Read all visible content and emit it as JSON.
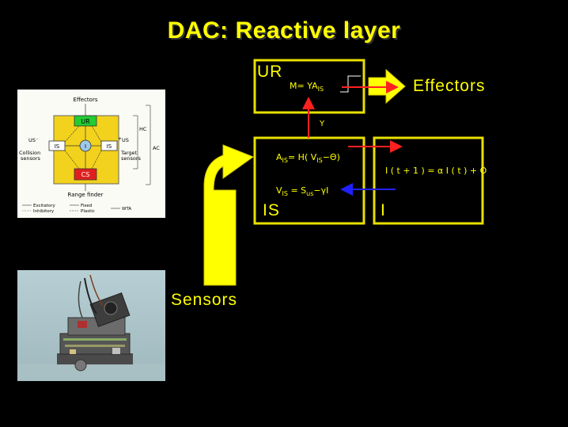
{
  "title": "DAC: Reactive layer",
  "ur_box": {
    "label": "UR",
    "formula": "M= YA",
    "formula_sub": "IS"
  },
  "effectors_label": "Effectors",
  "y_label": "Y",
  "is_box": {
    "label": "IS",
    "a_pre": "A",
    "a_sub1": "IS",
    "a_mid": "= H( V",
    "a_sub2": "IS",
    "a_post": "−Θ)",
    "v_pre": "V",
    "v_sub1": "IS",
    "v_mid": " =  S",
    "v_sub2": "us",
    "v_post": "−γI"
  },
  "i_box": {
    "label": "I",
    "formula": "I ( t + 1 ) = α I ( t ) + O"
  },
  "sensors_label": "Sensors",
  "thumbnail": {
    "effectors": "Effectors",
    "ur": "UR",
    "us_minus": "US⁻",
    "collision": "Collision",
    "sensors1": "sensors",
    "is_left": "IS",
    "i": "I",
    "is_right": "IS",
    "plus": "+",
    "us_plus": "US",
    "target": "Target",
    "sensors2": "sensors",
    "hc": "HC",
    "ac": "AC",
    "cs": "CS",
    "range": "Range finder",
    "legend": [
      "Excitatory",
      "Inhibitory",
      "Fixed",
      "Plastic",
      "WTA"
    ]
  },
  "colors": {
    "yellow": "#ffff00",
    "red": "#ff2020",
    "blue": "#2020ff",
    "green": "#22cc33",
    "cs_red": "#e02020"
  }
}
